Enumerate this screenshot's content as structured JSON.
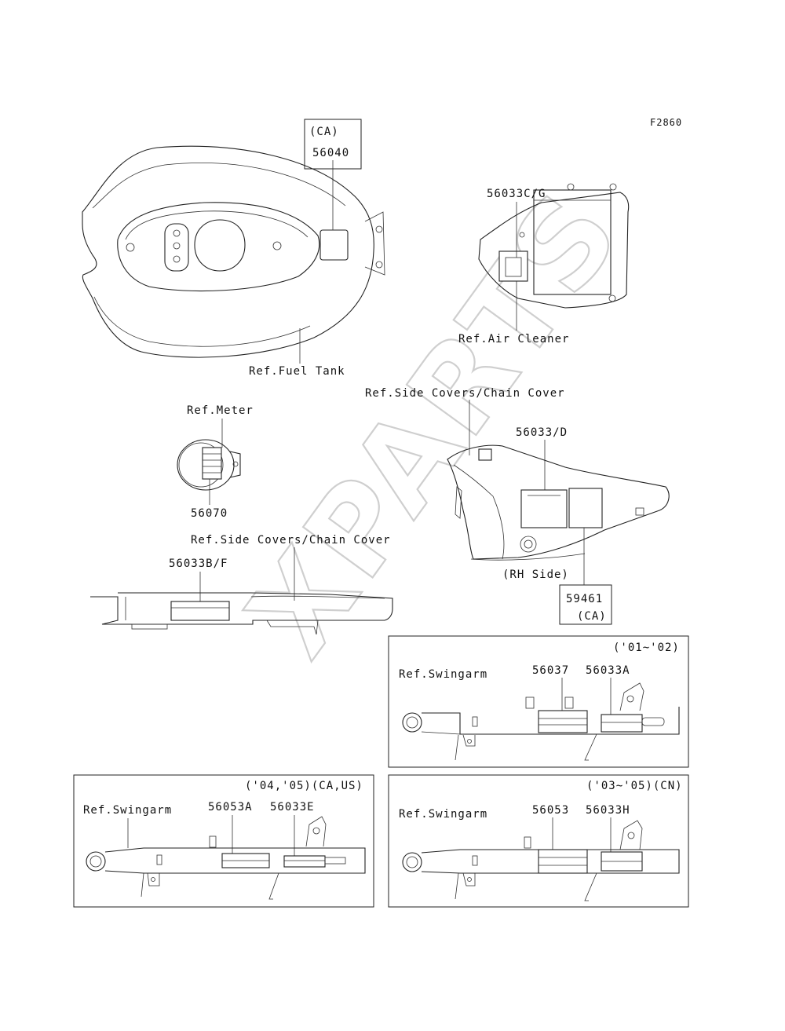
{
  "figure_code": "F2860",
  "watermark": "XPARTS",
  "fuel_tank": {
    "ref": "Ref.Fuel Tank",
    "region": "(CA)",
    "part": "56040"
  },
  "air_cleaner": {
    "ref": "Ref.Air Cleaner",
    "part": "56033C/G"
  },
  "meter": {
    "ref": "Ref.Meter",
    "part": "56070"
  },
  "side_cover_rh": {
    "ref": "Ref.Side Covers/Chain Cover",
    "part_main": "56033/D",
    "side": "(RH Side)",
    "part_ca": "59461",
    "region": "(CA)"
  },
  "side_cover_lower": {
    "ref": "Ref.Side Covers/Chain Cover",
    "part": "56033B/F"
  },
  "swingarm_01_02": {
    "years": "('01~'02)",
    "ref": "Ref.Swingarm",
    "part_a": "56037",
    "part_b": "56033A"
  },
  "swingarm_04_05": {
    "years": "('04,'05)(CA,US)",
    "ref": "Ref.Swingarm",
    "part_a": "56053A",
    "part_b": "56033E"
  },
  "swingarm_03_05": {
    "years": "('03~'05)(CN)",
    "ref": "Ref.Swingarm",
    "part_a": "56053",
    "part_b": "56033H"
  }
}
